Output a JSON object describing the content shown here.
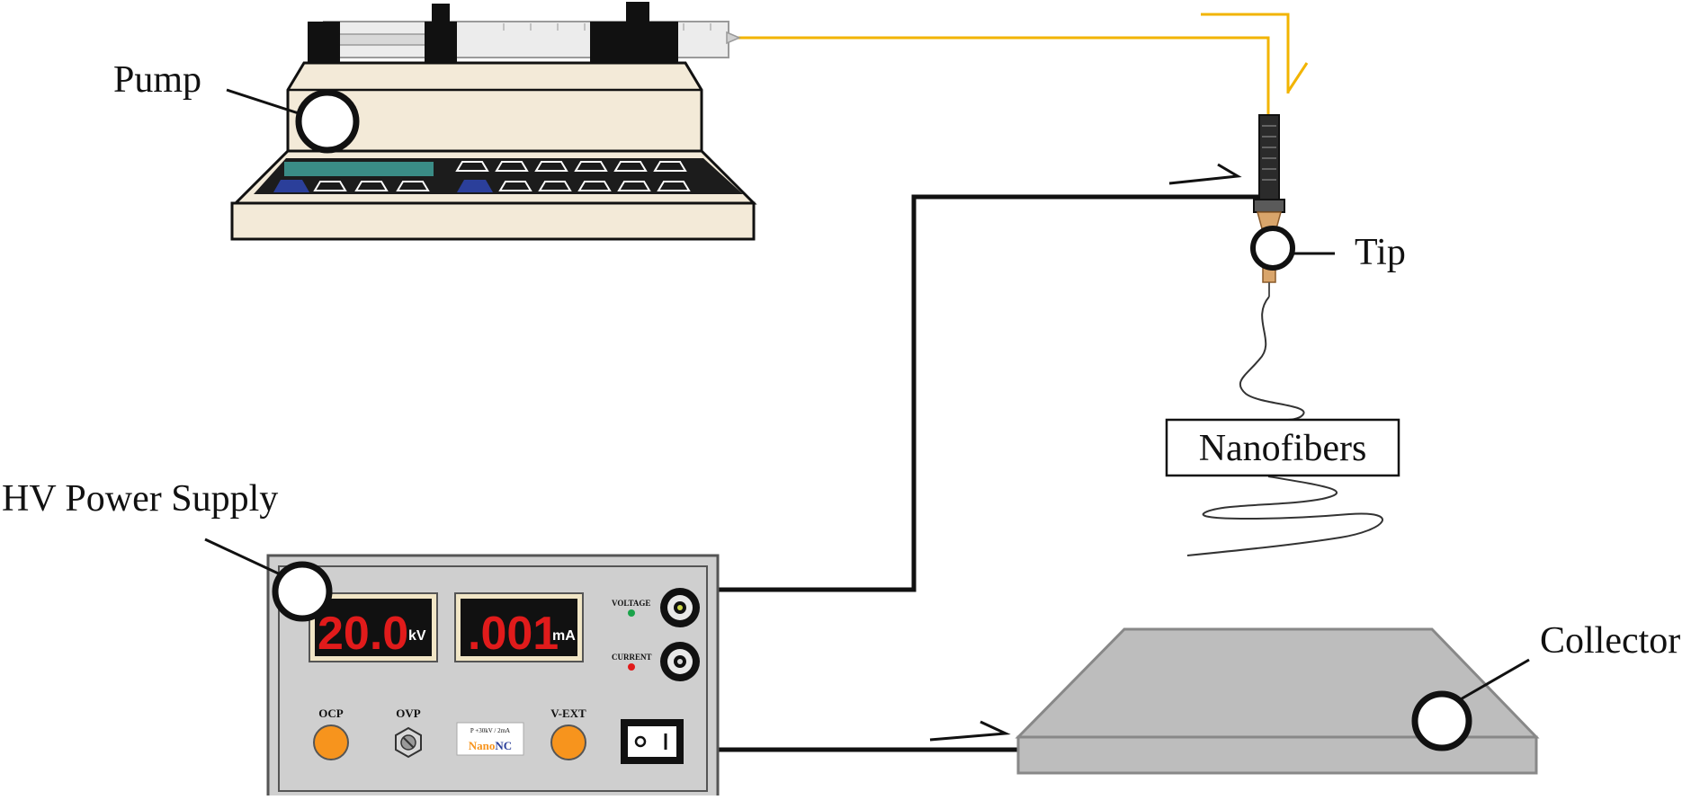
{
  "labels": {
    "pump": "Pump",
    "tip": "Tip",
    "nanofibers": "Nanofibers",
    "hv_power_supply": "HV Power Supply",
    "collector": "Collector"
  },
  "power_supply": {
    "voltage_value": "20.0",
    "voltage_unit": "kV",
    "current_value": ".001",
    "current_unit": "mA",
    "voltage_indicator_label": "VOLTAGE",
    "current_indicator_label": "CURRENT",
    "ocp_label": "OCP",
    "ovp_label": "OVP",
    "vext_label": "V-EXT",
    "spec_label": "P +30kV / 2mA",
    "brand_prefix": "Nano",
    "brand_suffix": "NC"
  },
  "colors": {
    "solution_line": "#f2b400",
    "wire": "#111111",
    "display_digits": "#e11b1b",
    "knob_orange": "#f7941d",
    "pump_body": "#f3ead8",
    "pump_screen": "#3a8c86",
    "pump_key_blue": "#2b3f9a",
    "collector_plate": "#bdbdbd",
    "supply_panel": "#cfcfcf",
    "led_green": "#1aa34a",
    "led_red": "#e11b1b",
    "brand_orange": "#f7941d",
    "brand_blue": "#2b3f9a"
  }
}
